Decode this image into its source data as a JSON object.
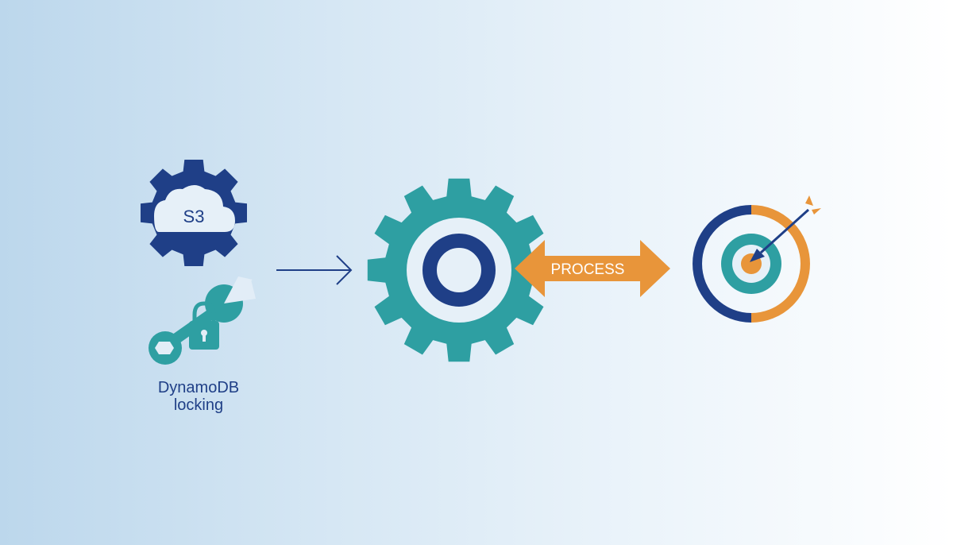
{
  "colors": {
    "navy": "#1f3f87",
    "teal": "#2e9fa2",
    "orange": "#e8953a",
    "light": "#e6f0f8"
  },
  "nodes": {
    "s3": {
      "label": "S3",
      "icon": "cloud-gear-icon"
    },
    "dynamodb": {
      "label_line1": "DynamoDB",
      "label_line2": "locking",
      "icon": "wrench-lock-icon"
    },
    "engine": {
      "icon": "gear-icon"
    },
    "process": {
      "label": "PROCESS",
      "icon": "double-arrow-icon"
    },
    "goal": {
      "icon": "target-icon"
    }
  }
}
